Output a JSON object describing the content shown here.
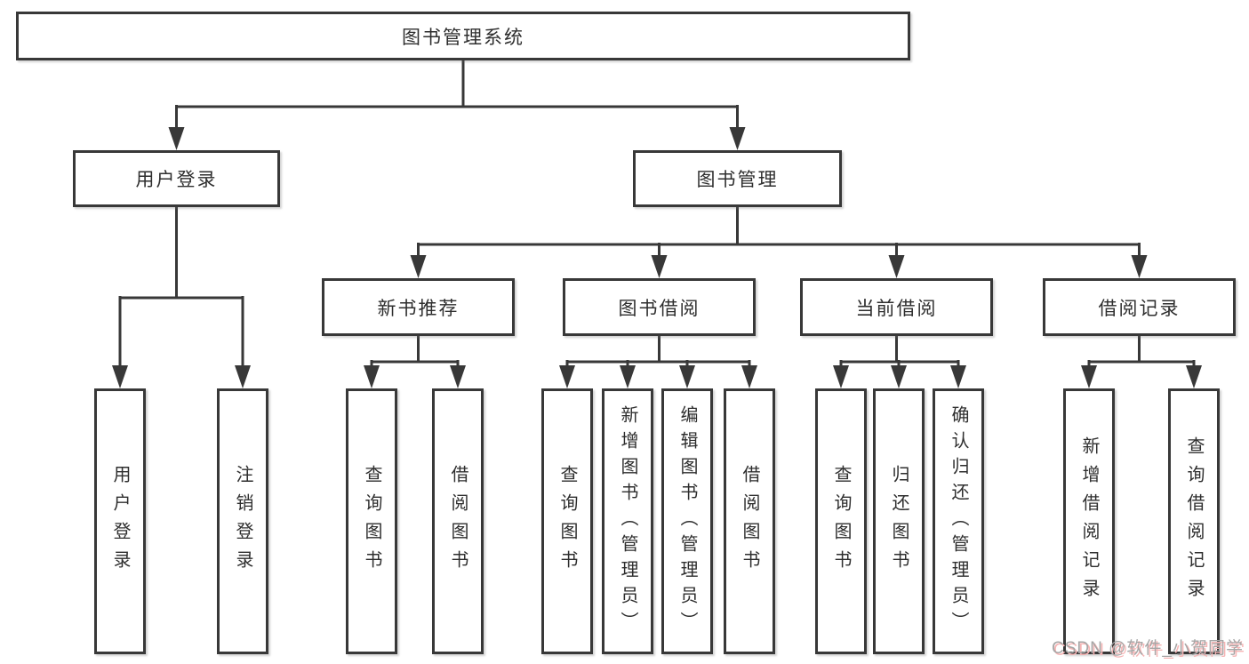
{
  "tree": {
    "root": {
      "label": "图书管理系统"
    },
    "branches": [
      {
        "label": "用户登录",
        "leaves": [
          {
            "label": "用户登录"
          },
          {
            "label": "注销登录"
          }
        ]
      },
      {
        "label": "图书管理",
        "children": [
          {
            "label": "新书推荐",
            "leaves": [
              {
                "label": "查询图书"
              },
              {
                "label": "借阅图书"
              }
            ]
          },
          {
            "label": "图书借阅",
            "leaves": [
              {
                "label": "查询图书"
              },
              {
                "label": "新增图书（管理员）"
              },
              {
                "label": "编辑图书（管理员）"
              },
              {
                "label": "借阅图书"
              }
            ]
          },
          {
            "label": "当前借阅",
            "leaves": [
              {
                "label": "查询图书"
              },
              {
                "label": "归还图书"
              },
              {
                "label": "确认归还（管理员）"
              }
            ]
          },
          {
            "label": "借阅记录",
            "leaves": [
              {
                "label": "新增借阅记录"
              },
              {
                "label": "查询借阅记录"
              }
            ]
          }
        ]
      }
    ]
  },
  "watermark": {
    "text": "CSDN @软件_小贺同学"
  },
  "colors": {
    "line": "#383838",
    "box_border": "#383838",
    "text": "#2e2e2e",
    "background": "#ffffff",
    "watermark_text": "#a6a6a6",
    "watermark_shadow": "#f6b5b5"
  }
}
